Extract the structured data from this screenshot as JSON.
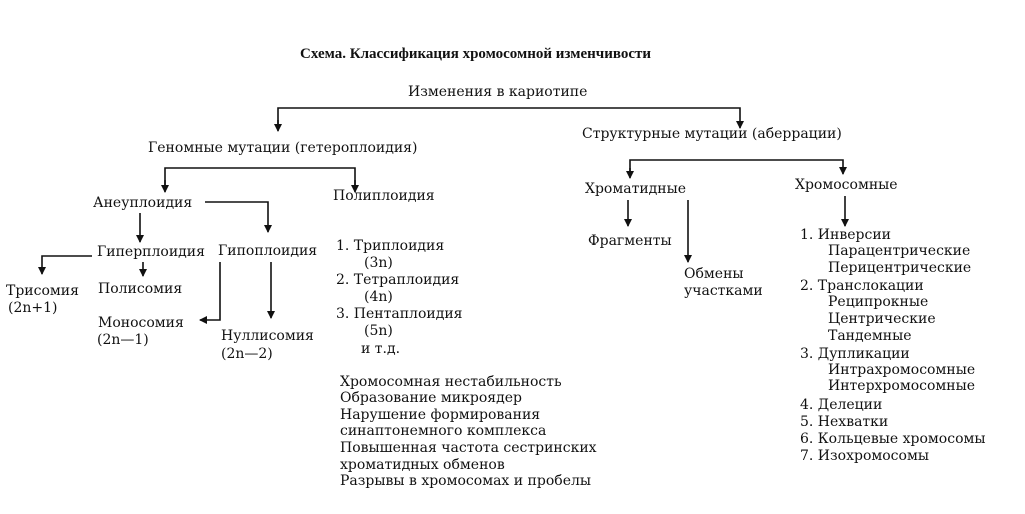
{
  "title": "Схема. Классификация хромосомной изменчивости",
  "root": "Изменения в кариотипе",
  "genomic": {
    "label": "Геномные мутации (гетероплоидия)",
    "aneuploidy": "Анеуплоидия",
    "hyperploidy": "Гиперплоидия",
    "hypoploidy": "Гипоплоидия",
    "trisomy": "Трисомия",
    "trisomy_formula": "(2n+1)",
    "polysomy": "Полисомия",
    "monosomy": "Моносомия",
    "monosomy_formula": "(2n—1)",
    "nullisomy": "Нуллисомия",
    "nullisomy_formula": "(2n—2)",
    "polyploidy": "Полиплоидия",
    "polyploidy_items": [
      "1. Триплоидия",
      "(3n)",
      "2. Тетраплоидия",
      "(4n)",
      "3. Пентаплоидия",
      "(5n)",
      "и т.д."
    ]
  },
  "consequences": [
    "Хромосомная нестабильность",
    "Образование микроядер",
    "Нарушение формирования",
    "синаптонемного комплекса",
    "Повышенная частота сестринских",
    "хроматидных обменов",
    "Разрывы в хромосомах и пробелы"
  ],
  "structural": {
    "label": "Структурные мутации (аберрации)",
    "chromatid": "Хроматидные",
    "fragments": "Фрагменты",
    "exchanges_line1": "Обмены",
    "exchanges_line2": "участками",
    "chromosomal": "Хромосомные",
    "chromosomal_items": [
      "1. Инверсии",
      "Парацентрические",
      "Перицентрические",
      "2. Транслокации",
      "Реципрокные",
      "Центрические",
      "Тандемные",
      "3. Дупликации",
      "Интрахромосомные",
      "Интерхромосомные",
      "4. Делеции",
      "5. Нехватки",
      "6. Кольцевые хромосомы",
      "7. Изохромосомы"
    ]
  }
}
